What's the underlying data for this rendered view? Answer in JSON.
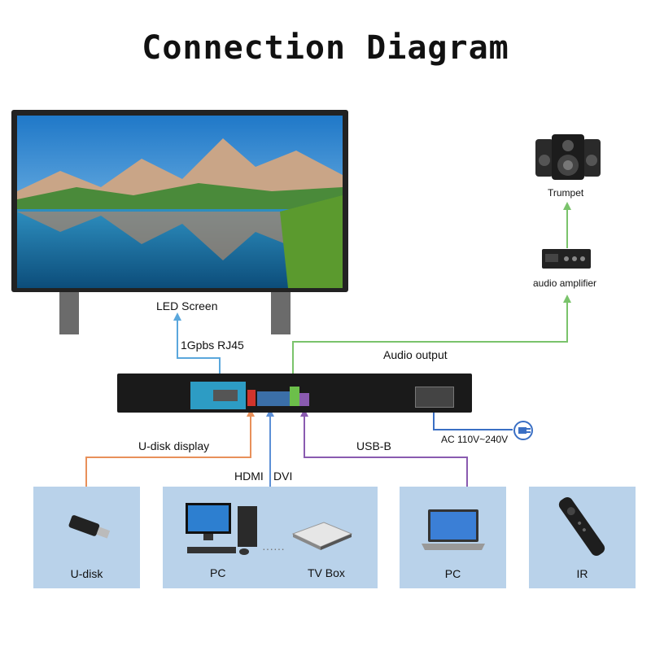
{
  "title": "Connection Diagram",
  "labels": {
    "led_screen": "LED Screen",
    "rj45": "1Gpbs RJ45",
    "audio_output": "Audio output",
    "trumpet": "Trumpet",
    "audio_amplifier": "audio amplifier",
    "udisk_display": "U-disk display",
    "usb_b": "USB-B",
    "hdmi": "HDMI",
    "dvi": "DVI",
    "ac_power": "AC 110V~240V"
  },
  "devices": {
    "udisk": "U-disk",
    "pc_left": "PC",
    "tv_box": "TV Box",
    "pc_right": "PC",
    "ir": "IR"
  },
  "colors": {
    "panel": "#b9d2ea",
    "rj45_wire": "#5aa7dc",
    "audio_wire": "#7ac36b",
    "udisk_wire": "#e8905a",
    "hdmi_wire": "#5c8fd6",
    "usb_wire": "#8a5bb0",
    "ac_wire": "#3a6fc4"
  }
}
